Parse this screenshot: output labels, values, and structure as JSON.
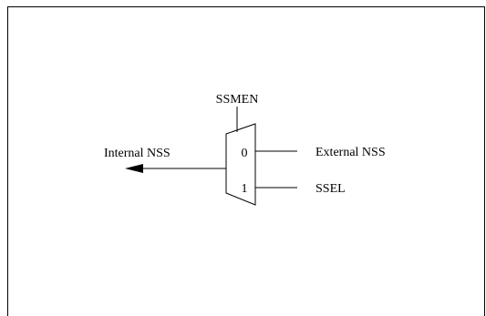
{
  "diagram": {
    "labels": {
      "ssmen": "SSMEN",
      "internal_nss": "Internal NSS",
      "external_nss": "External NSS",
      "ssel": "SSEL"
    },
    "mux": {
      "input0": "0",
      "input1": "1"
    }
  }
}
